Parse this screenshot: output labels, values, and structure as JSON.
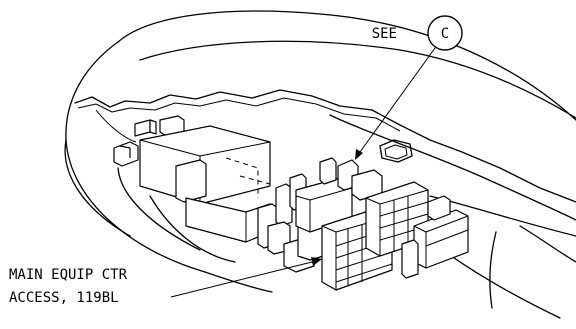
{
  "callout": {
    "see_text": "SEE",
    "detail_letter": "C"
  },
  "access_label": {
    "line1": "MAIN EQUIP CTR",
    "line2": "ACCESS, 119BL"
  }
}
